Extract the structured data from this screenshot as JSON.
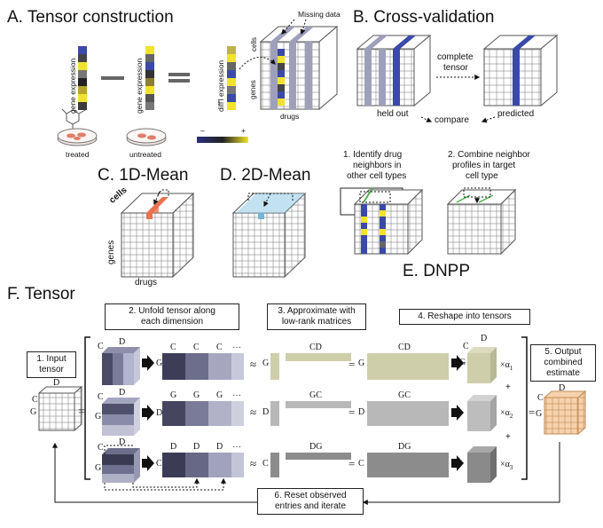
{
  "panels": {
    "a": {
      "title": "A. Tensor construction",
      "gene_expression_1": "gene expression",
      "gene_expression_2": "gene expression",
      "diff_expression": "diff'l expression",
      "missing_data": "Missing data",
      "cells": "cells",
      "genes": "genes",
      "drugs": "drugs",
      "treated": "treated",
      "untreated": "untreated",
      "scale_min": "–",
      "scale_max": "+"
    },
    "b": {
      "title": "B. Cross-validation",
      "complete_tensor_1": "complete",
      "complete_tensor_2": "tensor",
      "held_out": "held out",
      "predicted": "predicted",
      "compare": "compare"
    },
    "c": {
      "title": "C. 1D-Mean",
      "cells": "cells",
      "genes": "genes",
      "drugs": "drugs"
    },
    "d": {
      "title": "D. 2D-Mean"
    },
    "e": {
      "title": "E. DNPP",
      "step1_l1": "1.  Identify drug",
      "step1_l2": "neighbors in",
      "step1_l3": "other cell types",
      "step2_l1": "2. Combine neighbor",
      "step2_l2": "profiles in target",
      "step2_l3": "cell type"
    },
    "f": {
      "title": "F. Tensor",
      "step1_l1": "1. Input",
      "step1_l2": "tensor",
      "step2_l1": "2.  Unfold tensor along",
      "step2_l2": "each dimension",
      "step3_l1": "3.  Approximate with",
      "step3_l2": "low-rank matrices",
      "step4": "4.  Reshape into tensors",
      "step5_l1": "5.  Output",
      "step5_l2": "combined",
      "step5_l3": "estimate",
      "step6_l1": "6.  Reset observed",
      "step6_l2": "entries and iterate",
      "labels": {
        "C": "C",
        "D": "D",
        "G": "G",
        "CD": "CD",
        "GC": "GC",
        "DG": "DG",
        "ellipsis": "···",
        "approx": "≈",
        "equals": "=",
        "plus": "+",
        "times_a1": "×α",
        "times_a2": "×α",
        "times_a3": "×α",
        "sub1": "1",
        "sub2": "2",
        "sub3": "3"
      }
    }
  },
  "colors": {
    "blue": "#3b49a8",
    "yellow": "#f0e32a",
    "light_blue": "#8fcbe6",
    "orange": "#e8734f",
    "green": "#4fb04f",
    "peach": "#f2c9a0",
    "olive": "#cfceaa"
  }
}
